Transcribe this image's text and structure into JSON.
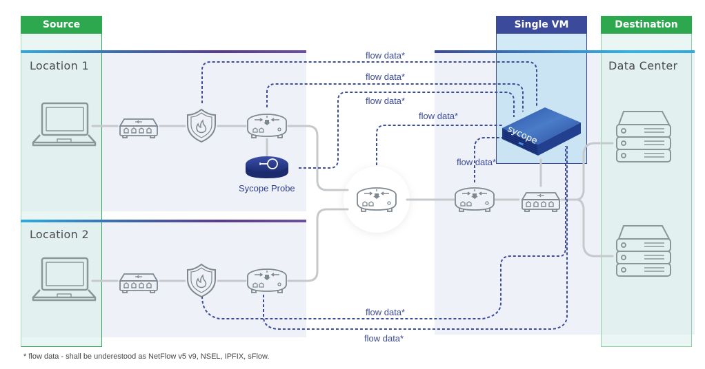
{
  "columns": {
    "source": "Source",
    "single_vm": "Single VM",
    "destination": "Destination"
  },
  "locations": {
    "location1": "Location 1",
    "location2": "Location 2",
    "data_center": "Data Center"
  },
  "devices": {
    "probe_label": "Sycope Probe",
    "appliance_brand": "sycope"
  },
  "flow_labels": [
    "flow data*",
    "flow data*",
    "flow data*",
    "flow data*",
    "flow data*",
    "flow data*",
    "flow data*"
  ],
  "footnote": "* flow data - shall be underestood as NetFlow v5 v9, NSEL, IPFIX, sFlow.",
  "colors": {
    "green": "#2ea84f",
    "navy": "#3b4a9a",
    "flow_line": "#3b4a9a",
    "cable": "#c5c9cc",
    "device": "#8a9795"
  }
}
